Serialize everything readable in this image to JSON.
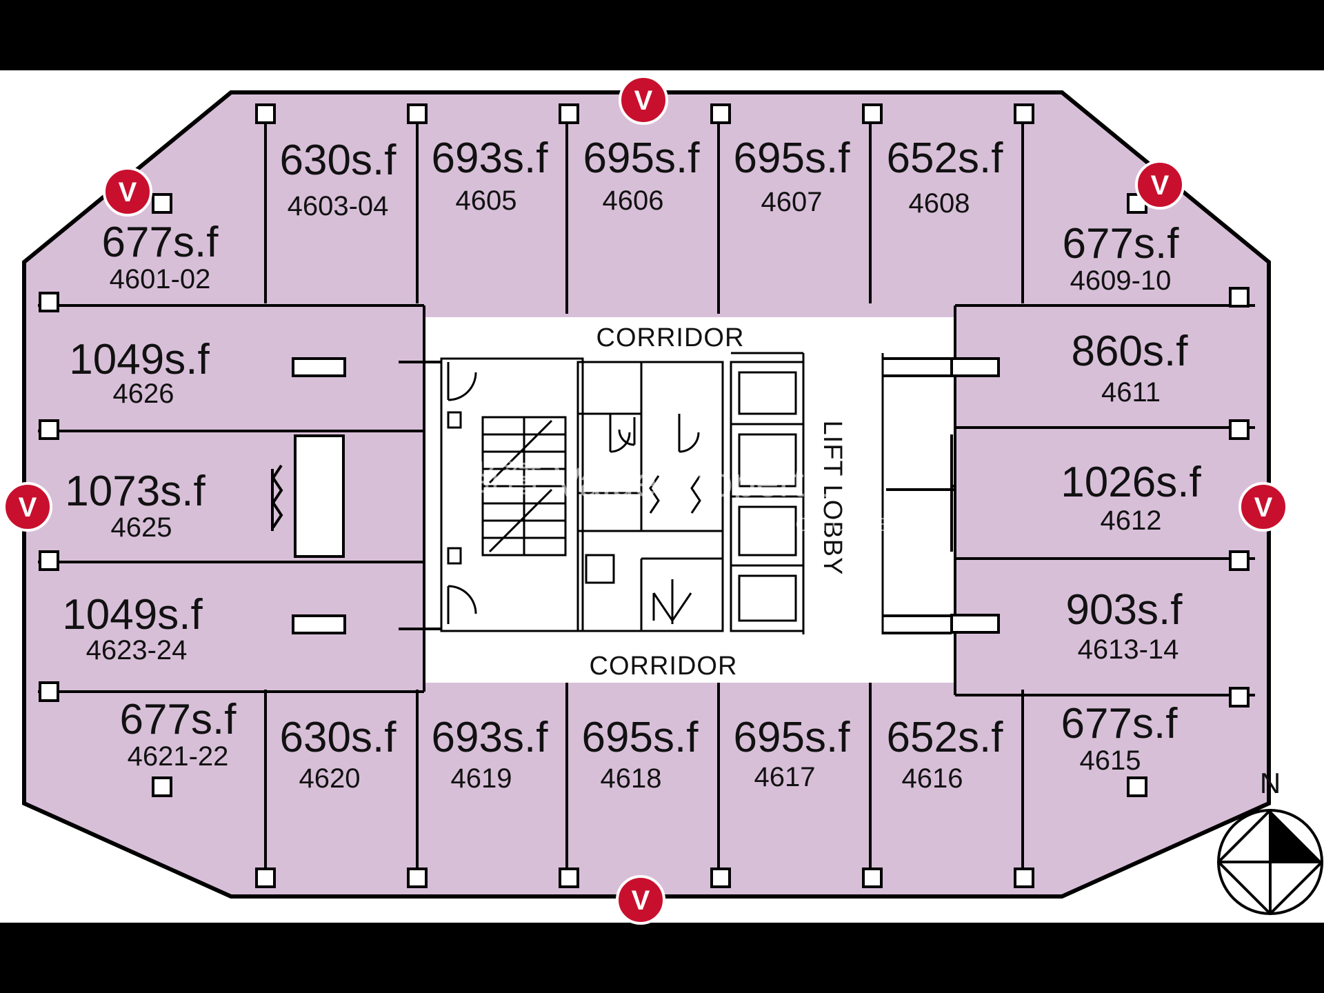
{
  "units": [
    {
      "area": "677s.f",
      "unit": "4601-02"
    },
    {
      "area": "630s.f",
      "unit": "4603-04"
    },
    {
      "area": "693s.f",
      "unit": "4605"
    },
    {
      "area": "695s.f",
      "unit": "4606"
    },
    {
      "area": "695s.f",
      "unit": "4607"
    },
    {
      "area": "652s.f",
      "unit": "4608"
    },
    {
      "area": "677s.f",
      "unit": "4609-10"
    },
    {
      "area": "860s.f",
      "unit": "4611"
    },
    {
      "area": "1026s.f",
      "unit": "4612"
    },
    {
      "area": "903s.f",
      "unit": "4613-14"
    },
    {
      "area": "677s.f",
      "unit": "4615"
    },
    {
      "area": "652s.f",
      "unit": "4616"
    },
    {
      "area": "695s.f",
      "unit": "4617"
    },
    {
      "area": "695s.f",
      "unit": "4618"
    },
    {
      "area": "693s.f",
      "unit": "4619"
    },
    {
      "area": "630s.f",
      "unit": "4620"
    },
    {
      "area": "677s.f",
      "unit": "4621-22"
    },
    {
      "area": "1049s.f",
      "unit": "4623-24"
    },
    {
      "area": "1073s.f",
      "unit": "4625"
    },
    {
      "area": "1049s.f",
      "unit": "4626"
    }
  ],
  "labels": {
    "corridor_top": "CORRIDOR",
    "corridor_bottom": "CORRIDOR",
    "lift_lobby": "LIFT LOBBY",
    "north": "N",
    "view_marker": "V"
  },
  "watermark": {
    "main": "尚贇 Value Properties",
    "sub": "FROM CBRE"
  },
  "colors": {
    "unit_fill": "#d8bfd8",
    "view_marker": "#c8102e"
  }
}
